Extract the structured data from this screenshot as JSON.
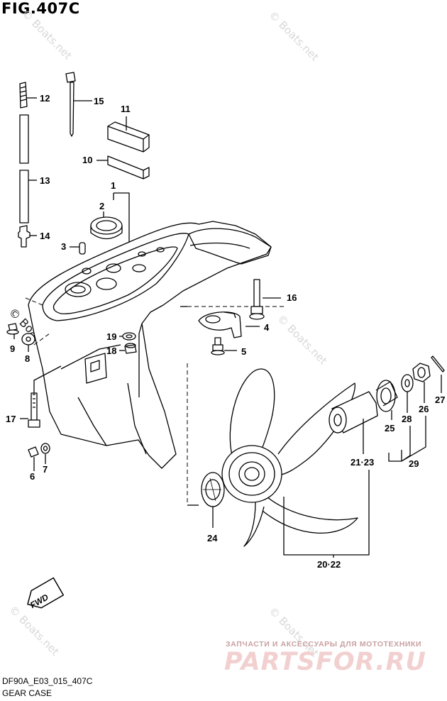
{
  "figure": {
    "title": "FIG.407C",
    "code": "DF90A_E03_015_407C",
    "name": "GEAR CASE"
  },
  "callouts": [
    {
      "id": "c1",
      "text": "1"
    },
    {
      "id": "c2",
      "text": "2"
    },
    {
      "id": "c3",
      "text": "3"
    },
    {
      "id": "c4",
      "text": "4"
    },
    {
      "id": "c5",
      "text": "5"
    },
    {
      "id": "c6",
      "text": "6"
    },
    {
      "id": "c7",
      "text": "7"
    },
    {
      "id": "c8",
      "text": "8"
    },
    {
      "id": "c9",
      "text": "9"
    },
    {
      "id": "c10",
      "text": "10"
    },
    {
      "id": "c11",
      "text": "11"
    },
    {
      "id": "c12",
      "text": "12"
    },
    {
      "id": "c13",
      "text": "13"
    },
    {
      "id": "c14",
      "text": "14"
    },
    {
      "id": "c15",
      "text": "15"
    },
    {
      "id": "c16",
      "text": "16"
    },
    {
      "id": "c17",
      "text": "17"
    },
    {
      "id": "c18",
      "text": "18"
    },
    {
      "id": "c19",
      "text": "19"
    },
    {
      "id": "c2123",
      "text": "21·23"
    },
    {
      "id": "c2022",
      "text": "20·22"
    },
    {
      "id": "c24",
      "text": "24"
    },
    {
      "id": "c25",
      "text": "25"
    },
    {
      "id": "c26",
      "text": "26"
    },
    {
      "id": "c27",
      "text": "27"
    },
    {
      "id": "c28",
      "text": "28"
    },
    {
      "id": "c29",
      "text": "29"
    }
  ],
  "fwd_badge": "FWD",
  "watermarks": {
    "boats": "© Boats.net",
    "shop_tagline": "ЗАПЧАСТИ И АКСЕССУАРЫ ДЛЯ МОТОТЕХНИКИ",
    "shop_logo": "PARTSFOR.RU"
  }
}
